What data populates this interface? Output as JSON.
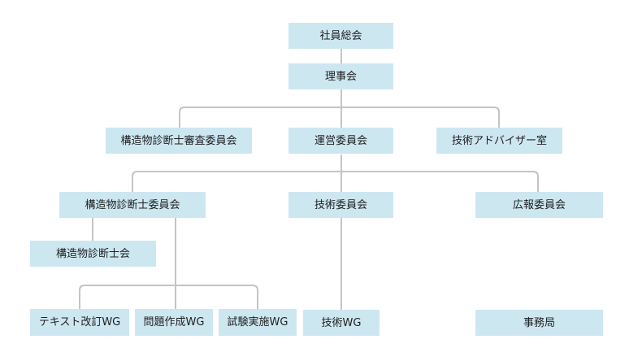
{
  "nodes": {
    "general_assembly": "社員総会",
    "board": "理事会",
    "review_committee": "構造物診断士審査委員会",
    "management_committee": "運営委員会",
    "tech_advisory_office": "技術アドバイザー室",
    "diagnostician_committee": "構造物診断士委員会",
    "technical_committee": "技術委員会",
    "pr_committee": "広報委員会",
    "diagnostician_association": "構造物診断士会",
    "text_revision_wg": "テキスト改訂WG",
    "question_creation_wg": "問題作成WG",
    "exam_wg": "試験実施WG",
    "technical_wg": "技術WG",
    "secretariat": "事務局"
  },
  "colors": {
    "box": "#cde7f1",
    "line": "#c4c4c4",
    "text": "#1e1e1e"
  }
}
